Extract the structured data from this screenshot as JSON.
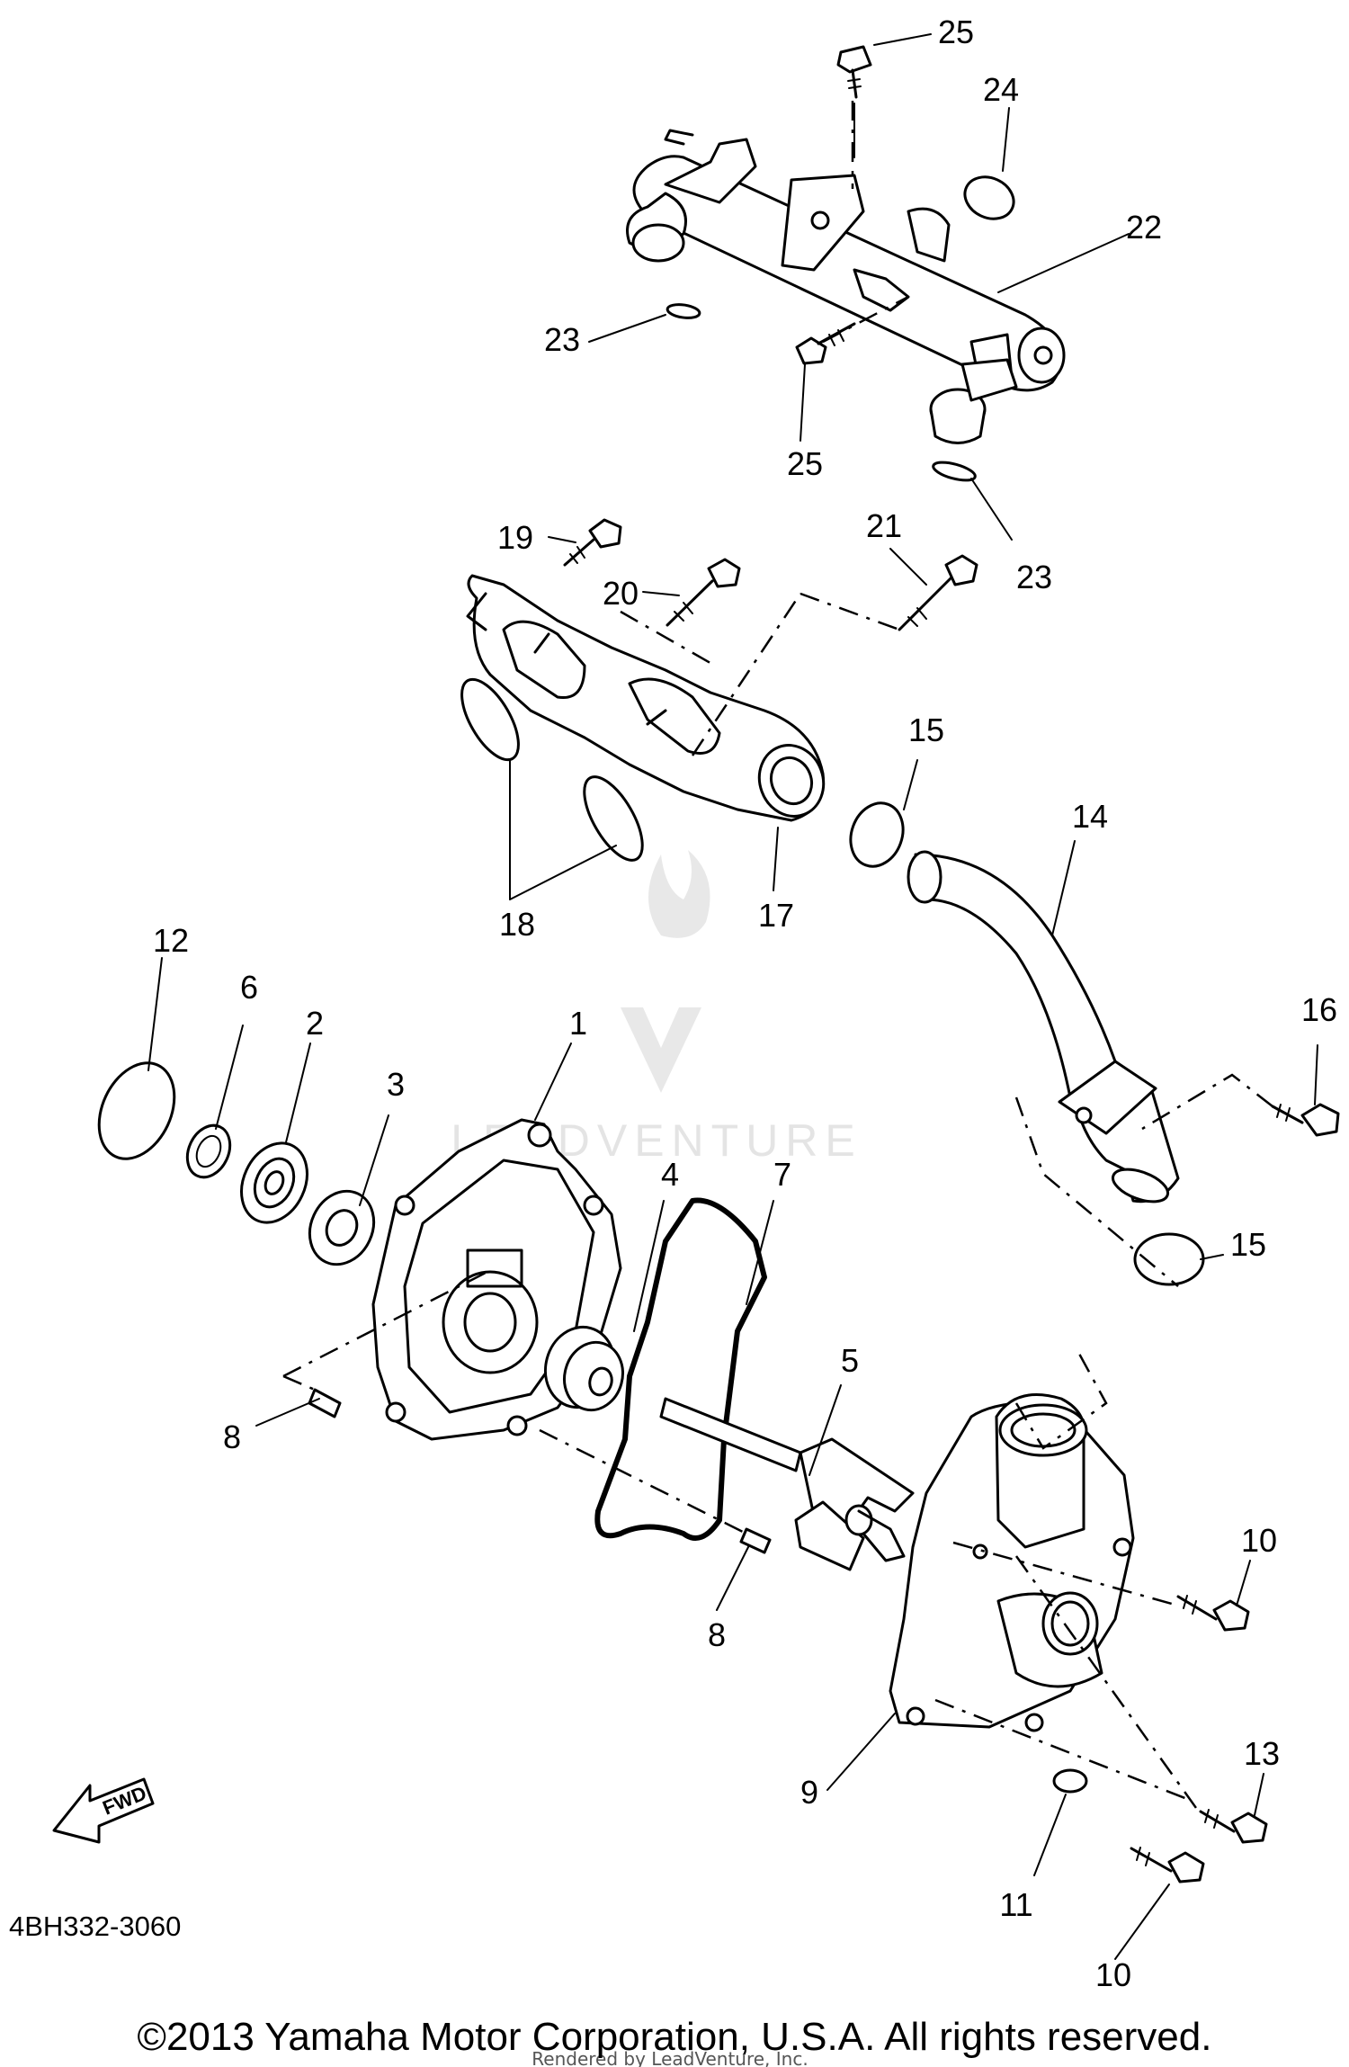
{
  "diagram": {
    "part_code": "4BH332-3060",
    "fwd_label": "FWD",
    "watermark": "LEADVENTURE",
    "rendered_by": "Rendered by LeadVenture, Inc.",
    "copyright": "©2013 Yamaha Motor Corporation, U.S.A. All rights reserved.",
    "callouts": [
      {
        "id": "c25a",
        "label": "25"
      },
      {
        "id": "c24",
        "label": "24"
      },
      {
        "id": "c22",
        "label": "22"
      },
      {
        "id": "c23a",
        "label": "23"
      },
      {
        "id": "c25b",
        "label": "25"
      },
      {
        "id": "c23b",
        "label": "23"
      },
      {
        "id": "c19",
        "label": "19"
      },
      {
        "id": "c20",
        "label": "20"
      },
      {
        "id": "c21",
        "label": "21"
      },
      {
        "id": "c15a",
        "label": "15"
      },
      {
        "id": "c14",
        "label": "14"
      },
      {
        "id": "c18",
        "label": "18"
      },
      {
        "id": "c17",
        "label": "17"
      },
      {
        "id": "c12",
        "label": "12"
      },
      {
        "id": "c6",
        "label": "6"
      },
      {
        "id": "c2",
        "label": "2"
      },
      {
        "id": "c1",
        "label": "1"
      },
      {
        "id": "c3",
        "label": "3"
      },
      {
        "id": "c16",
        "label": "16"
      },
      {
        "id": "c4",
        "label": "4"
      },
      {
        "id": "c7",
        "label": "7"
      },
      {
        "id": "c15b",
        "label": "15"
      },
      {
        "id": "c5",
        "label": "5"
      },
      {
        "id": "c8a",
        "label": "8"
      },
      {
        "id": "c10a",
        "label": "10"
      },
      {
        "id": "c8b",
        "label": "8"
      },
      {
        "id": "c13",
        "label": "13"
      },
      {
        "id": "c9",
        "label": "9"
      },
      {
        "id": "c11",
        "label": "11"
      },
      {
        "id": "c10b",
        "label": "10"
      }
    ]
  }
}
